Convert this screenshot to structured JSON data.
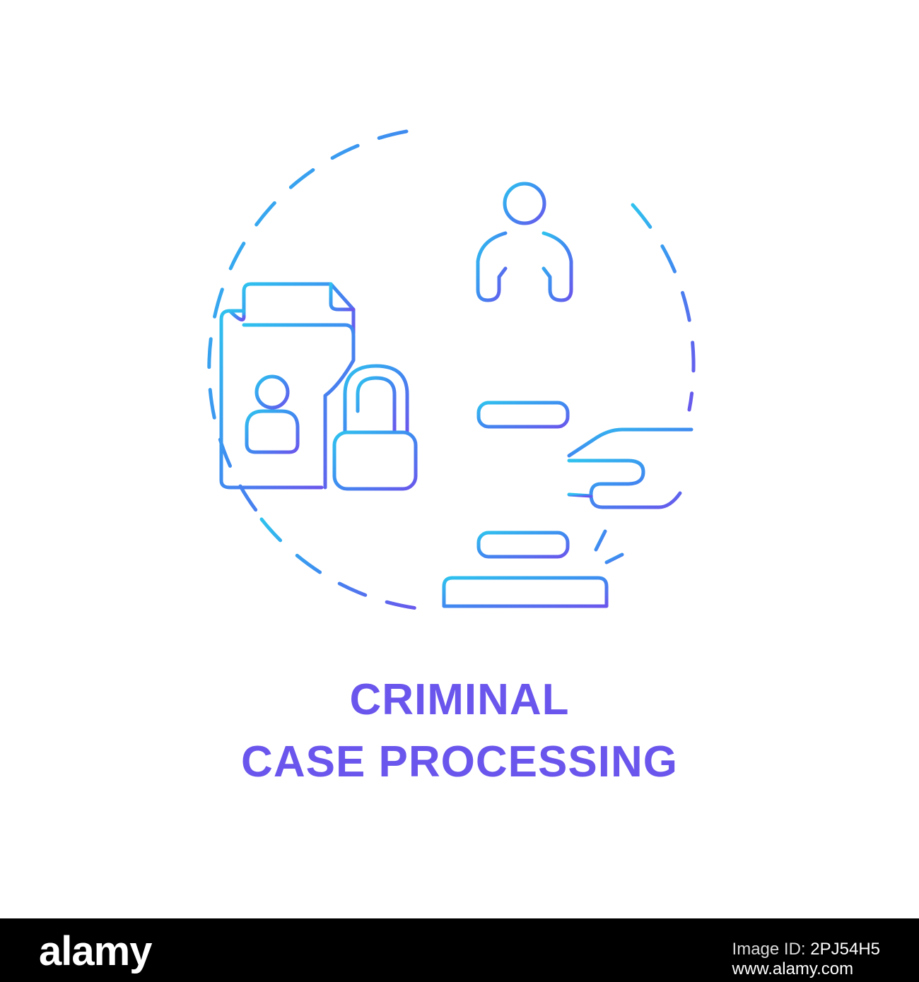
{
  "caption": {
    "line1": "CRIMINAL",
    "line2": "CASE PROCESSING"
  },
  "icons": {
    "frame": "dashed-circle-frame",
    "jail": "jail-cell-icon",
    "dossier": "personal-file-icon",
    "lock": "unlocked-padlock-icon",
    "gavel": "judge-gavel-icon",
    "hand": "hand-icon"
  },
  "colors": {
    "gradient_start": "#2fc2ee",
    "gradient_mid": "#3f8bf0",
    "gradient_end": "#6a56ec",
    "background": "#ffffff",
    "footer_bg": "#000000"
  },
  "footer": {
    "brand": "alamy",
    "image_id_label": "Image ID: ",
    "image_id": "2PJ54H5",
    "site": "www.alamy.com"
  }
}
